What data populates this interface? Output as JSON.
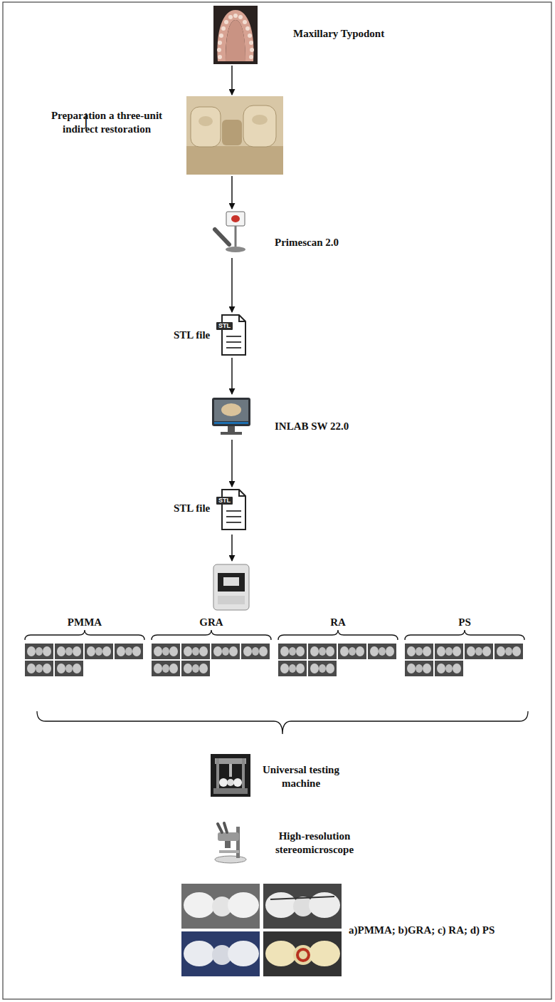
{
  "diagram": {
    "nodes": [
      {
        "text": [
          "Maxillary Typodont"
        ]
      },
      {
        "text": [
          "Preparation a three-unit indirect restoration"
        ]
      },
      {
        "text": [
          "Primescan 2.0"
        ]
      },
      {
        "text": [
          "STL file"
        ]
      },
      {
        "text": [
          "INLAB SW 22.0"
        ]
      },
      {
        "text": [
          "STL file"
        ]
      },
      {
        "text": [
          "Universal testing machine"
        ]
      },
      {
        "text": [
          "High-resolution stereomicroscope"
        ]
      },
      {
        "text": [
          "a)PMMA; b)GRA; c) RA; d) PS"
        ]
      }
    ],
    "edges": [
      {
        "from": 0,
        "to": 1,
        "arrow": "to"
      },
      {
        "from": 1,
        "to": 2,
        "arrow": "to"
      },
      {
        "from": 2,
        "to": 3,
        "arrow": "to"
      },
      {
        "from": 3,
        "to": 4,
        "arrow": "to"
      },
      {
        "from": 4,
        "to": 5,
        "arrow": "to"
      }
    ],
    "labels": [
      "|",
      "STL",
      "STL",
      "PMMA",
      "GRA",
      "RA",
      "PS"
    ]
  }
}
